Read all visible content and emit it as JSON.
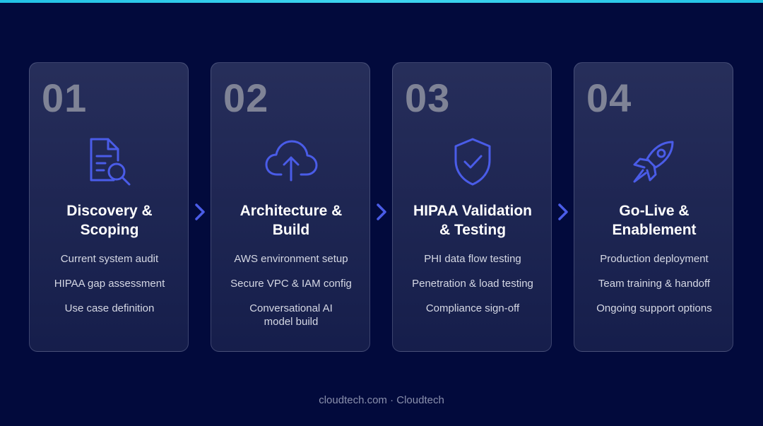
{
  "colors": {
    "background": "#020a3c",
    "accent_bar": "#22c2e6",
    "icon": "#4a5ce8",
    "arrow": "#4a5ce8",
    "number": "#7f8396",
    "title": "#ffffff",
    "item_text": "#d5d8e4",
    "footer_text": "#8a90ad"
  },
  "steps": [
    {
      "number": "01",
      "icon": "document-search-icon",
      "title": "Discovery &\nScoping",
      "items": [
        "Current system audit",
        "HIPAA gap assessment",
        "Use case definition"
      ]
    },
    {
      "number": "02",
      "icon": "cloud-upload-icon",
      "title": "Architecture &\nBuild",
      "items": [
        "AWS environment setup",
        "Secure VPC & IAM config",
        "Conversational AI model build"
      ]
    },
    {
      "number": "03",
      "icon": "shield-check-icon",
      "title": "HIPAA Validation\n& Testing",
      "items": [
        "PHI data flow testing",
        "Penetration & load testing",
        "Compliance sign-off"
      ]
    },
    {
      "number": "04",
      "icon": "rocket-icon",
      "title": "Go-Live &\nEnablement",
      "items": [
        "Production deployment",
        "Team training & handoff",
        "Ongoing support options"
      ]
    }
  ],
  "connectors": [
    "chevron-right-icon",
    "chevron-right-icon",
    "chevron-right-icon"
  ],
  "footer": "cloudtech.com · Cloudtech"
}
